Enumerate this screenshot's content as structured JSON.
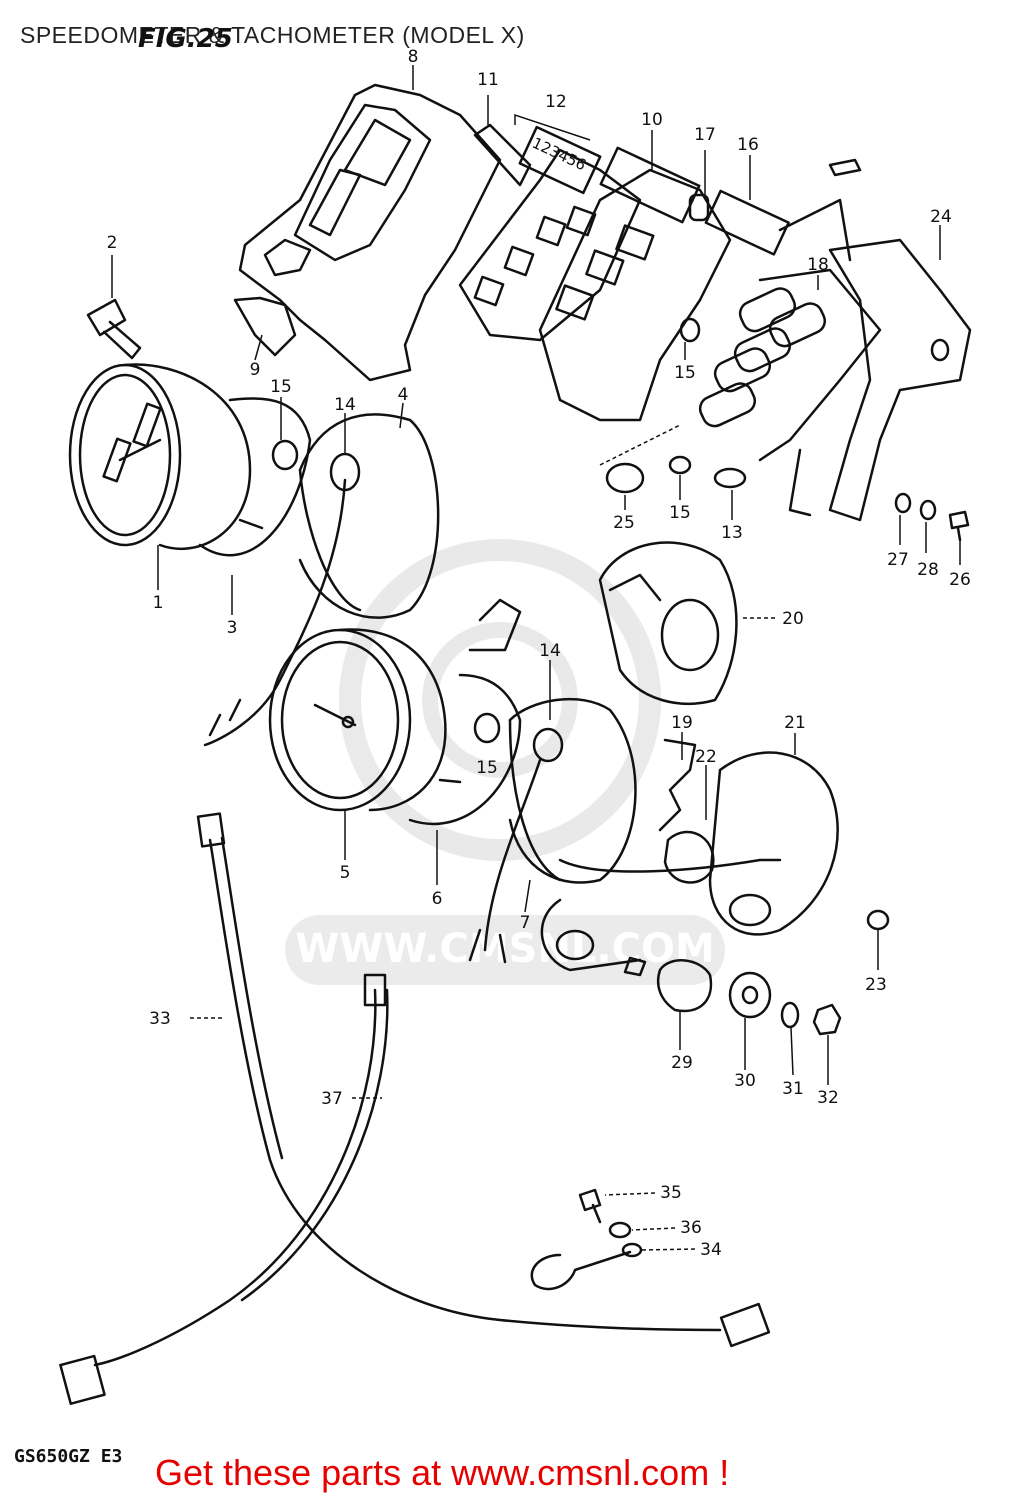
{
  "header": {
    "title": "SPEEDOMETER & TACHOMETER (MODEL X)",
    "figure_label": "FIG.25"
  },
  "footer": {
    "model_code": "GS650GZ E3",
    "promo_text": "Get these parts at www.cmsnl.com !"
  },
  "watermark": {
    "text": "WWW.CMSNL.COM"
  },
  "callouts": {
    "n1": "1",
    "n2": "2",
    "n3": "3",
    "n4": "4",
    "n5": "5",
    "n6": "6",
    "n7": "7",
    "n8": "8",
    "n9": "9",
    "n10": "10",
    "n11": "11",
    "n12": "12",
    "n13": "13",
    "n14a": "14",
    "n14b": "14",
    "n15a": "15",
    "n15b": "15",
    "n15c": "15",
    "n15d": "15",
    "n16": "16",
    "n17": "17",
    "n18": "18",
    "n19": "19",
    "n20": "20",
    "n21": "21",
    "n22": "22",
    "n23": "23",
    "n24": "24",
    "n25": "25",
    "n26": "26",
    "n27": "27",
    "n28": "28",
    "n29": "29",
    "n30": "30",
    "n31": "31",
    "n32": "32",
    "n33": "33",
    "n34": "34",
    "n35": "35",
    "n36": "36",
    "n37": "37"
  },
  "indicator_digits": "123456",
  "colors": {
    "line": "#111111",
    "promo": "#e60000",
    "watermark": "#d8d8d8"
  }
}
